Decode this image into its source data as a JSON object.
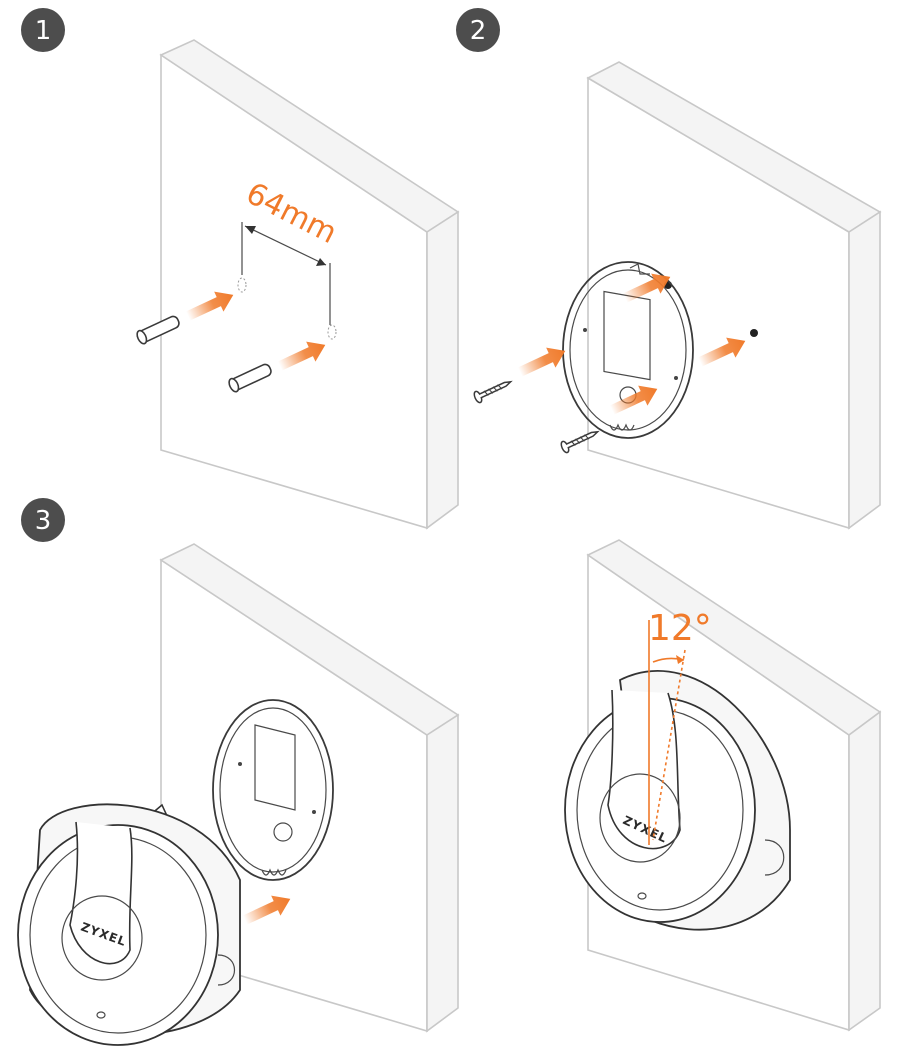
{
  "steps": {
    "one": "1",
    "two": "2",
    "three": "3"
  },
  "labels": {
    "distance": "64mm",
    "angle": "12°",
    "brand": "ZYXEL"
  },
  "colors": {
    "accent": "#f07a2a",
    "step_badge": "#4d4d4d",
    "wall_stroke": "#c8c8c8"
  }
}
